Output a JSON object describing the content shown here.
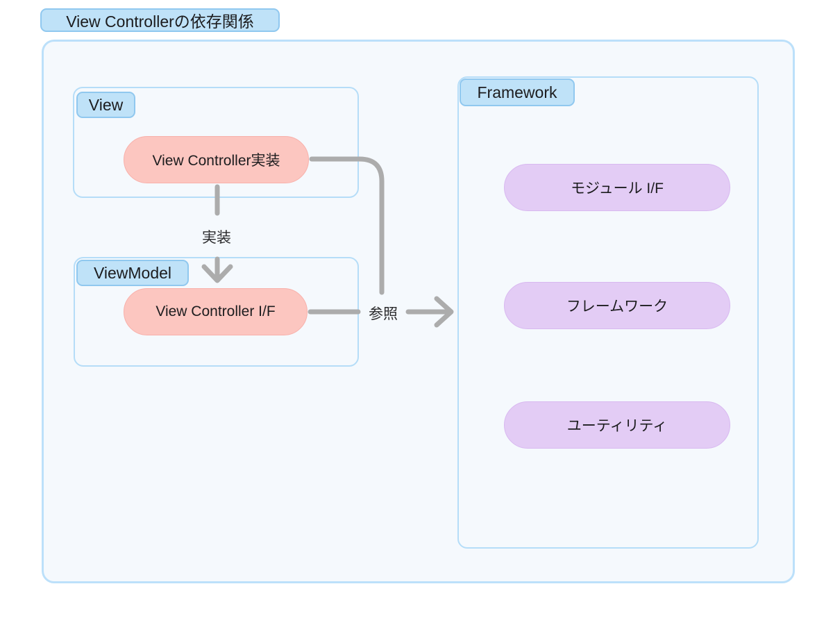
{
  "title": "View Controllerの依存関係",
  "colors": {
    "badge_fill": "#BFE2F8",
    "badge_border": "#90C8EF",
    "panel_fill": "#F5F9FD",
    "panel_border": "#B5DDF8",
    "pink_node_fill": "#FCC6C0",
    "purple_node_fill": "#E3CCF5",
    "arrow_gray": "#ACACAC",
    "text": "#1C1C1E"
  },
  "groups": {
    "view": {
      "label": "View",
      "node": "View Controller実装"
    },
    "viewmodel": {
      "label": "ViewModel",
      "node": "View Controller I/F"
    },
    "framework": {
      "label": "Framework",
      "nodes": [
        "モジュール I/F",
        "フレームワーク",
        "ユーティリティ"
      ]
    }
  },
  "edges": {
    "implements": {
      "label": "実装",
      "from": "View Controller実装",
      "to": "View Controller I/F"
    },
    "reference": {
      "label": "参照",
      "from": "View Controller実装, View Controller I/F",
      "to": "Framework"
    }
  }
}
